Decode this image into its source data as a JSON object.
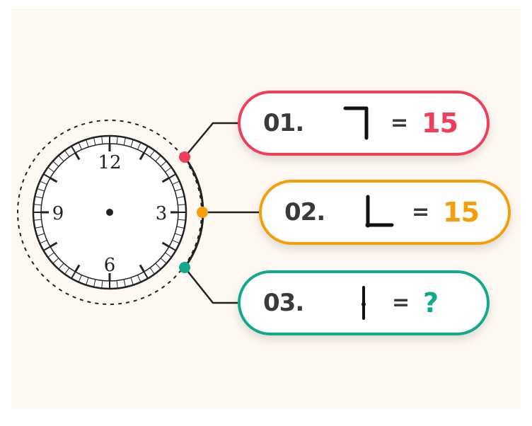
{
  "clock": {
    "numbers": {
      "twelve": "12",
      "three": "3",
      "six": "6",
      "nine": "9"
    }
  },
  "items": [
    {
      "id": "01",
      "label": "01.",
      "shape": "corner-top-right",
      "equals": "=",
      "value": "15",
      "color": "#ef3d5a"
    },
    {
      "id": "02",
      "label": "02.",
      "shape": "corner-bottom-left",
      "equals": "=",
      "value": "15",
      "color": "#f59e0b"
    },
    {
      "id": "03",
      "label": "03.",
      "shape": "vertical-line",
      "equals": "=",
      "value": "?",
      "color": "#12a88a"
    }
  ]
}
